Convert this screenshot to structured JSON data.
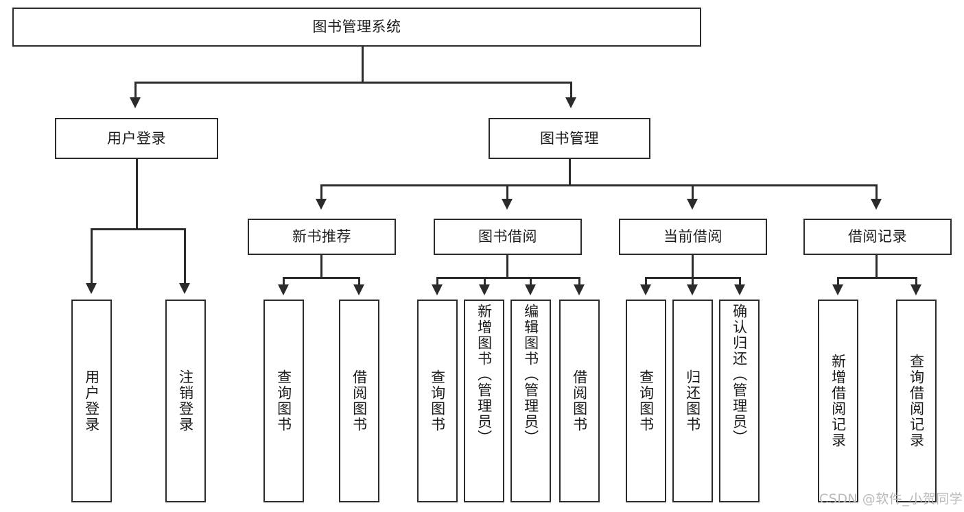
{
  "diagram": {
    "type": "tree-hierarchy",
    "title": "图书管理系统",
    "root": {
      "id": "root",
      "label": "图书管理系统"
    },
    "level2": [
      {
        "id": "user-login",
        "label": "用户登录"
      },
      {
        "id": "book-management",
        "label": "图书管理"
      }
    ],
    "level3": [
      {
        "id": "new-book-recommend",
        "label": "新书推荐",
        "parent": "book-management"
      },
      {
        "id": "book-borrow",
        "label": "图书借阅",
        "parent": "book-management"
      },
      {
        "id": "current-borrow",
        "label": "当前借阅",
        "parent": "book-management"
      },
      {
        "id": "borrow-record",
        "label": "借阅记录",
        "parent": "book-management"
      }
    ],
    "leaves": {
      "user_login": [
        {
          "id": "leaf-user-login",
          "label": "用户登录"
        },
        {
          "id": "leaf-user-logout",
          "label": "注销登录"
        }
      ],
      "new_book_recommend": [
        {
          "id": "leaf-query-book-1",
          "label": "查询图书"
        },
        {
          "id": "leaf-borrow-book-1",
          "label": "借阅图书"
        }
      ],
      "book_borrow": [
        {
          "id": "leaf-query-book-2",
          "label": "查询图书"
        },
        {
          "id": "leaf-add-book",
          "label": "新增图书（管理员）"
        },
        {
          "id": "leaf-edit-book",
          "label": "编辑图书（管理员）"
        },
        {
          "id": "leaf-borrow-book-2",
          "label": "借阅图书"
        }
      ],
      "current_borrow": [
        {
          "id": "leaf-query-book-3",
          "label": "查询图书"
        },
        {
          "id": "leaf-return-book",
          "label": "归还图书"
        },
        {
          "id": "leaf-confirm-return",
          "label": "确认归还（管理员）"
        }
      ],
      "borrow_record": [
        {
          "id": "leaf-add-record",
          "label": "新增借阅记录"
        },
        {
          "id": "leaf-query-record",
          "label": "查询借阅记录"
        }
      ]
    }
  },
  "watermark": {
    "text": "CSDN @软件_小贺同学"
  },
  "colors": {
    "stroke": "#2b2b2b",
    "background": "#ffffff",
    "text": "#1a1a1a",
    "watermark": "#b9b9b9"
  }
}
